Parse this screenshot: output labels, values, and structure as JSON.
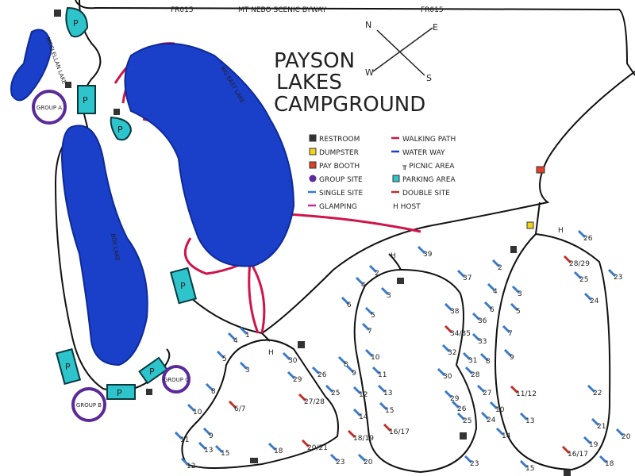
{
  "title": [
    "PAYSON",
    "LAKES",
    "CAMPGROUND"
  ],
  "road_labels": {
    "left": "FR015",
    "center": "MT NEBO SCENIC BYWAY",
    "right": "FR015"
  },
  "compass": {
    "n": "N",
    "e": "E",
    "s": "S",
    "w": "W"
  },
  "lakes": {
    "mcclellan": "MCCLELLAN LAKE",
    "big_east": "BIG EAST LAKE",
    "box": "BOX LAKE"
  },
  "group_sites": [
    "GROUP A",
    "GROUP B",
    "GROUP C"
  ],
  "parking_label": "P",
  "host_label": "H",
  "legend": [
    {
      "symbol": "restroom",
      "label": "RESTROOM",
      "color": "#333333"
    },
    {
      "symbol": "walking-path",
      "label": "WALKING PATH",
      "color": "#d0144a"
    },
    {
      "symbol": "dumpster",
      "label": "DUMPSTER",
      "color": "#f2d21a"
    },
    {
      "symbol": "water-way",
      "label": "WATER WAY",
      "color": "#1a3fc8"
    },
    {
      "symbol": "pay-booth",
      "label": "PAY BOOTH",
      "color": "#e0402a"
    },
    {
      "symbol": "picnic-area",
      "label": "PICNIC AREA",
      "color": "#222222"
    },
    {
      "symbol": "group-site",
      "label": "GROUP SITE",
      "color": "#5a2a9a"
    },
    {
      "symbol": "parking-area",
      "label": "PARKING AREA",
      "color": "#2ec4cc"
    },
    {
      "symbol": "single-site",
      "label": "SINGLE SITE",
      "color": "#3a7ac8"
    },
    {
      "symbol": "double-site",
      "label": "DOUBLE SITE",
      "color": "#c0302a"
    },
    {
      "symbol": "glamping",
      "label": "GLAMPING",
      "color": "#c0309a"
    },
    {
      "symbol": "host",
      "label": "H HOST",
      "color": "#222222"
    }
  ],
  "loops": [
    {
      "sites": [
        "1",
        "4",
        "5",
        "3",
        "8",
        "6/7",
        "10",
        "9",
        "11",
        "13",
        "15",
        "12",
        "18",
        "20/21",
        "23",
        "30",
        "29",
        "26",
        "27/28",
        "25",
        "H"
      ]
    },
    {
      "sites": [
        "39",
        "H",
        "2",
        "4",
        "3",
        "6",
        "5",
        "7",
        "8",
        "10",
        "9",
        "11",
        "12",
        "13",
        "14",
        "15",
        "18/19",
        "16/17",
        "20",
        "37",
        "38",
        "36",
        "34/35",
        "33",
        "32",
        "31",
        "30",
        "28",
        "27",
        "29",
        "26",
        "25",
        "24",
        "23"
      ]
    },
    {
      "sites": [
        "H",
        "26",
        "28/29",
        "25",
        "23",
        "24",
        "2",
        "4",
        "3",
        "6",
        "5",
        "7",
        "8",
        "9",
        "11/12",
        "10",
        "13",
        "14",
        "15",
        "16/17",
        "19",
        "18",
        "20",
        "21",
        "22"
      ]
    }
  ]
}
